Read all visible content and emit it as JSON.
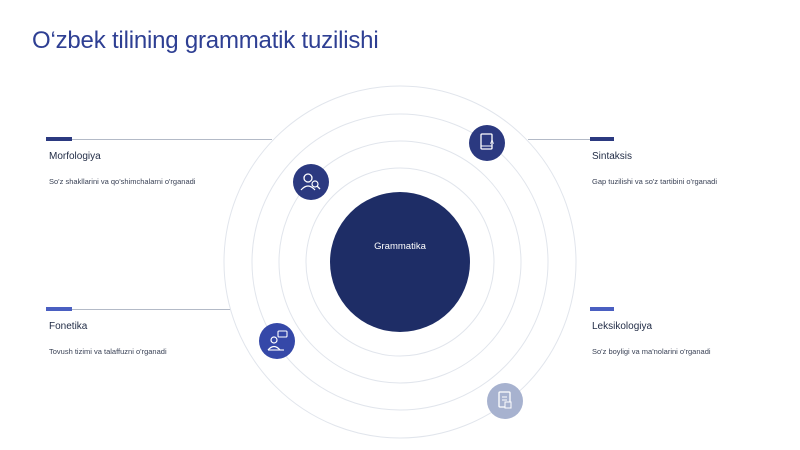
{
  "title": "O‘zbek tilining grammatik tuzilishi",
  "center": {
    "label": "Grammatika"
  },
  "items": [
    {
      "label": "Morfologiya",
      "desc": "So'z shakllarini va qo'shimchalarni o'rganadi",
      "icon": "user-search-icon"
    },
    {
      "label": "Sintaksis",
      "desc": "Gap tuzilishi va so'z tartibini o'rganadi",
      "icon": "book-icon"
    },
    {
      "label": "Fonetika",
      "desc": "Tovush tizimi va talaffuzni o'rganadi",
      "icon": "speaker-icon"
    },
    {
      "label": "Leksikologiya",
      "desc": "So'z boyligi va ma'nolarini o'rganadi",
      "icon": "document-icon"
    }
  ],
  "colors": {
    "title": "#2e3f93",
    "accent_dark": "#2b3980",
    "accent_light": "#4a5fc1",
    "center": "#1e2d66",
    "ring": "#dfe3ea",
    "faded_icon": "#a7b2cf"
  }
}
